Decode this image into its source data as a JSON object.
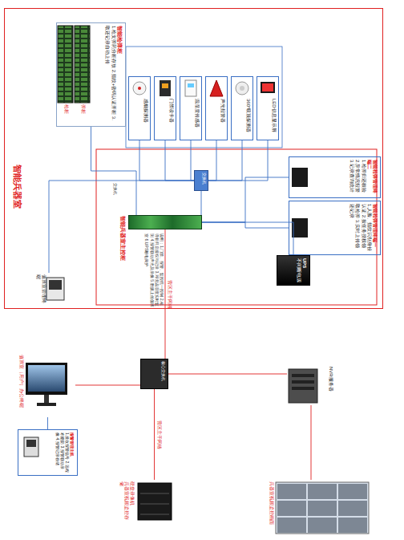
{
  "diagram": {
    "nodes": [
      {
        "text": [
          "智能兵器室"
        ]
      },
      {
        "text": [
          "智能枪弹柜",
          "枪柜",
          "弹柜",
          "1.枪支弹药分柜存放 2.指纹+密码认证开柜 3.取还记录自动上传"
        ],
        "in": 0
      },
      {
        "text": [
          "感烟探测器"
        ],
        "in": 0
      },
      {
        "text": [
          "门禁读卡器"
        ],
        "in": 0
      },
      {
        "text": [
          "温湿度传感器"
        ],
        "in": 0
      },
      {
        "text": [
          "声光报警器"
        ],
        "in": 0
      },
      {
        "text": [
          "360°吸顶探测器"
        ],
        "in": 0
      },
      {
        "text": [
          "LED信息显示屏"
        ],
        "in": 0
      },
      {
        "text": [
          "交换机"
        ],
        "in": 0
      },
      {
        "text": [
          "智能兵器室主控柜",
          "说明：1.门禁、报警、监控统一控制 2.枪弹柜开启授权与记录 3.环境温湿度实时监测 4.报警联动声光及录像 5.数据上传值班室 6.UPS断电保护"
        ],
        "in": 0
      },
      {
        "text": [
          "UPS",
          "不间断电源"
        ],
        "in": 0
      },
      {
        "text": [
          "智能枪弹管理终端一",
          "1.人脸、指纹识别身份认证 2.按任务授权领取枪弹 3.实时上传领还记录"
        ],
        "in": 0
      },
      {
        "text": [
          "智能枪弹管理终端二",
          "1.枪弹归还核验 2.异常情况报警 3.记录查询统计"
        ],
        "in": 0
      },
      {
        "text": [
          "值班室管理终端"
        ],
        "in": 0
      },
      {
        "text": [
          "值班室（用户）办公终端"
        ]
      },
      {
        "text": [
          "核心交换机"
        ]
      },
      {
        "text": [
          "报警管理主机",
          "1.接收报警信号 2.远程布撤防 3.报警联动录像 4.报警记录存储"
        ]
      },
      {
        "text": [
          "硬盘录像机",
          "兵器室视频监控存储"
        ]
      },
      {
        "text": [
          "NVR服务器"
        ]
      },
      {
        "text": [
          "兵器室视频监控画面"
        ]
      }
    ],
    "edges": [
      {
        "from": 2,
        "to": 8,
        "arrow": "none"
      },
      {
        "from": 3,
        "to": 8,
        "arrow": "none"
      },
      {
        "from": 4,
        "to": 8,
        "arrow": "none"
      },
      {
        "from": 5,
        "to": 8,
        "arrow": "none"
      },
      {
        "from": 6,
        "to": 8,
        "arrow": "none"
      },
      {
        "from": 7,
        "to": 8,
        "arrow": "none"
      },
      {
        "from": 1,
        "to": 9,
        "arrow": "none"
      },
      {
        "from": 8,
        "to": 9,
        "arrow": "none"
      },
      {
        "from": 9,
        "to": 10,
        "arrow": "none"
      },
      {
        "from": 9,
        "to": 11,
        "arrow": "none"
      },
      {
        "from": 9,
        "to": 12,
        "arrow": "none"
      },
      {
        "from": 13,
        "to": 8,
        "arrow": "none"
      },
      {
        "from": 9,
        "to": 15,
        "label": "营区主干网络",
        "arrow": "none"
      },
      {
        "from": 14,
        "to": 15,
        "arrow": "none"
      },
      {
        "from": 16,
        "to": 14,
        "arrow": "none"
      },
      {
        "from": 15,
        "to": 17,
        "label": "营区主干网络",
        "arrow": "none"
      },
      {
        "from": 15,
        "to": 18,
        "arrow": "none"
      },
      {
        "from": 18,
        "to": 19,
        "arrow": "none"
      }
    ],
    "labels": [
      "交换机"
    ]
  }
}
